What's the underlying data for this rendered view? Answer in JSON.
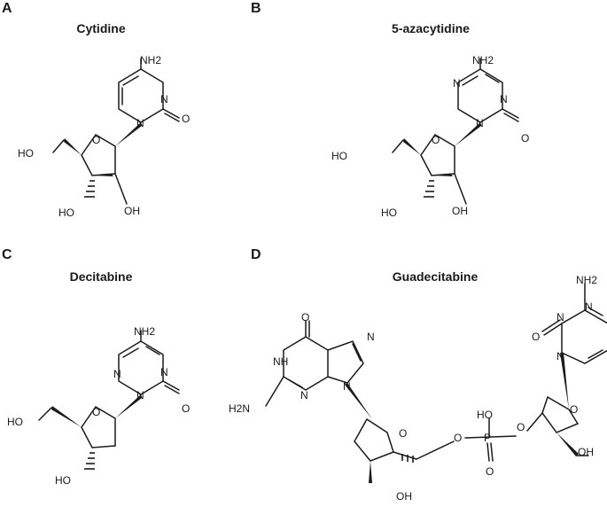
{
  "panels": [
    {
      "letter": "A",
      "title": "Cytidine"
    },
    {
      "letter": "B",
      "title": "5-azacytidine"
    },
    {
      "letter": "C",
      "title": "Decitabine"
    },
    {
      "letter": "D",
      "title": "Guadecitabine"
    }
  ],
  "atoms": {
    "nh2": "NH2",
    "n": "N",
    "nh": "NH",
    "h2n": "H2N",
    "o": "O",
    "oh": "OH",
    "ho": "HO",
    "p": "P"
  }
}
